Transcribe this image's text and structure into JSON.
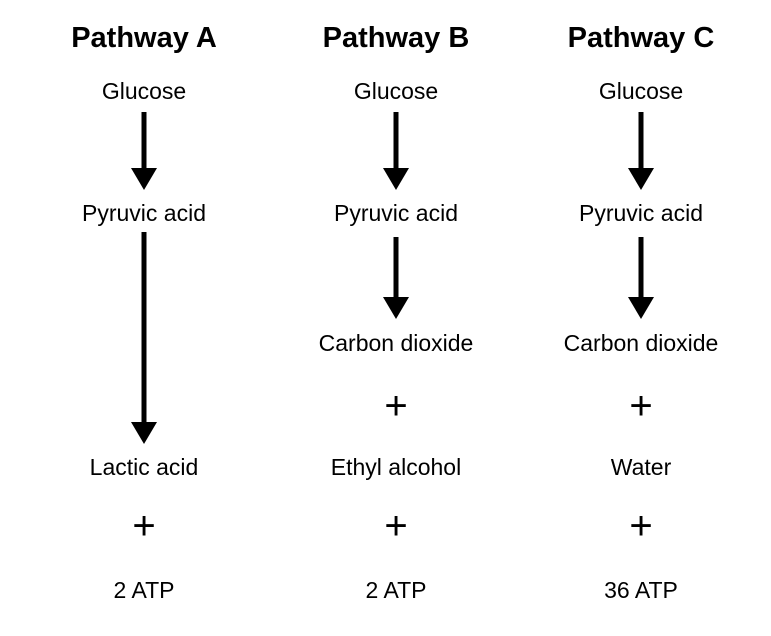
{
  "pathways": [
    {
      "title": "Pathway A",
      "glucose": "Glucose",
      "pyruvic": "Pyruvic acid",
      "product1": "Lactic acid",
      "plus": "+",
      "atp": "2 ATP"
    },
    {
      "title": "Pathway B",
      "glucose": "Glucose",
      "pyruvic": "Pyruvic acid",
      "product1": "Carbon dioxide",
      "plus1": "+",
      "product2": "Ethyl alcohol",
      "plus2": "+",
      "atp": "2 ATP"
    },
    {
      "title": "Pathway C",
      "glucose": "Glucose",
      "pyruvic": "Pyruvic acid",
      "product1": "Carbon dioxide",
      "plus1": "+",
      "product2": "Water",
      "plus2": "+",
      "atp": "36 ATP"
    }
  ]
}
